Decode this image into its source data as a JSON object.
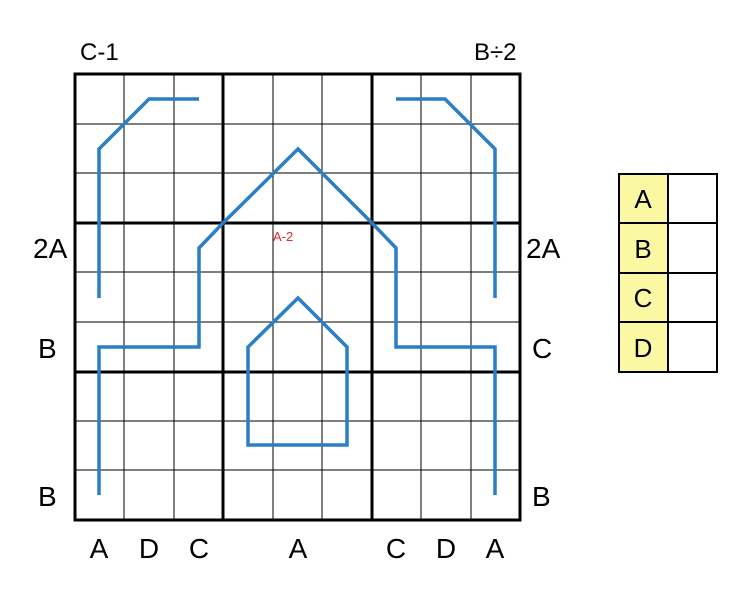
{
  "puzzle": {
    "corner_clues": {
      "top_left": "C-1",
      "top_right": "B÷2"
    },
    "left_clues": [
      "2A",
      "B",
      "B"
    ],
    "right_clues": [
      "2A",
      "C",
      "B"
    ],
    "bottom_clues": [
      "A",
      "D",
      "C",
      "A",
      "C",
      "D",
      "A"
    ],
    "inner_clue": "A-2",
    "colors": {
      "grid_thin": "#000000",
      "grid_thick": "#000000",
      "path": "#2a7fc7",
      "inner_clue": "#e8252e",
      "key_fill": "#fbf8a3"
    }
  },
  "legend": {
    "letters": [
      "A",
      "B",
      "C",
      "D"
    ]
  }
}
